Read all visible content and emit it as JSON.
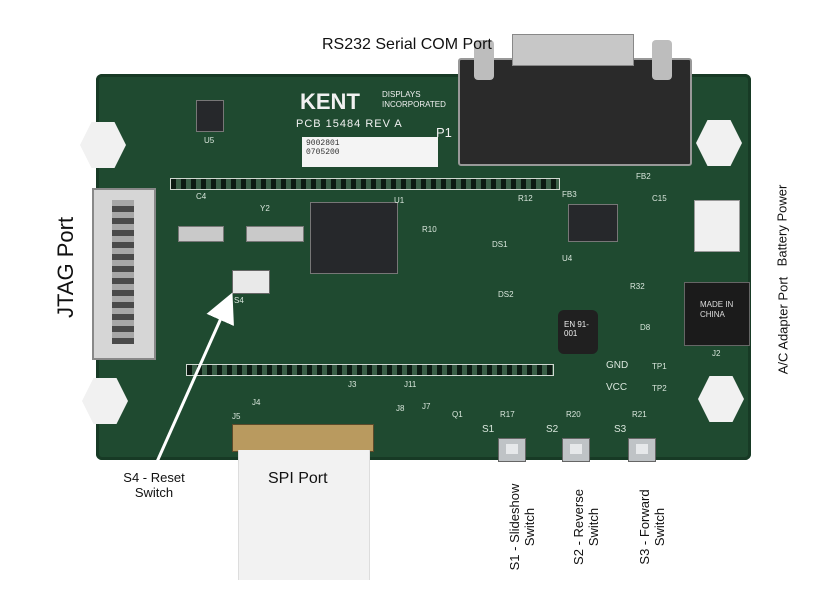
{
  "labels": {
    "rs232": "RS232 Serial COM Port",
    "jtag": "JTAG Port",
    "battery": "Battery Power",
    "adapter": "A/C Adapter Port",
    "reset_line1": "S4 - Reset",
    "reset_line2": "Switch",
    "spi": "SPI Port",
    "s1_line1": "S1 - Slideshow",
    "s1_line2": "Switch",
    "s2_line1": "S2 - Reverse",
    "s2_line2": "Switch",
    "s3_line1": "S3 - Forward",
    "s3_line2": "Switch"
  },
  "board_silkscreen": {
    "logo": "KENT",
    "logo_sub": "DISPLAYS INCORPORATED",
    "pcb": "PCB 15484 REV A",
    "p1": "P1",
    "serial1": "9002801",
    "serial2": "0705200",
    "u1": "U1",
    "u5": "U5",
    "c4": "C4",
    "y2": "Y2",
    "s4": "S4",
    "r10": "R10",
    "ds1": "DS1",
    "ds2": "DS2",
    "r12": "R12",
    "u4": "U4",
    "c15": "C15",
    "fb2": "FB2",
    "fb3": "FB3",
    "r32": "R32",
    "d8": "D8",
    "j2": "J2",
    "j3": "J3",
    "j4": "J4",
    "j5": "J5",
    "j7": "J7",
    "j8": "J8",
    "j11": "J11",
    "q1": "Q1",
    "r17": "R17",
    "r20": "R20",
    "r21": "R21",
    "s1": "S1",
    "s2": "S2",
    "s3": "S3",
    "gnd": "GND",
    "vcc": "VCC",
    "tp1": "TP1",
    "tp2": "TP2",
    "made_in": "MADE IN CHINA",
    "en": "EN 91-001"
  }
}
